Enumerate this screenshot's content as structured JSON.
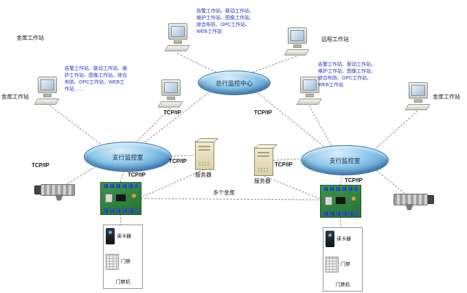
{
  "diagram": {
    "center_cloud_label": "总行监控中心",
    "left_room_label": "支行监控室",
    "right_room_label": "支行监控室",
    "tcpip_label": "TCP/IP",
    "multi_vault_label": "多个金库",
    "annotations": {
      "top": "告警工作站、联动工作站、维护工作站、图像工作站、综合布防、OPC工作站、WEB工作站",
      "left": "告警工作站、联动工作站、维护工作站、图像工作站、综合布防、OPC工作站、WEB工作站……",
      "right": "告警工作站、联动工作站、维护工作站、图像工作站、综合布防、OPC工作站、WEB工作站"
    },
    "stations": {
      "top_left": "金库工作站",
      "top_right": "远程工作站",
      "mid_left": "金库工作站",
      "mid_right": "金库工作站"
    },
    "servers": {
      "left": "服务器",
      "right": "服务器"
    },
    "stacks": {
      "left": {
        "reader": "读卡器",
        "door": "门禁",
        "caption": "门禁机"
      },
      "right": {
        "reader": "读卡器",
        "door": "门禁",
        "caption": "门禁机"
      }
    }
  }
}
